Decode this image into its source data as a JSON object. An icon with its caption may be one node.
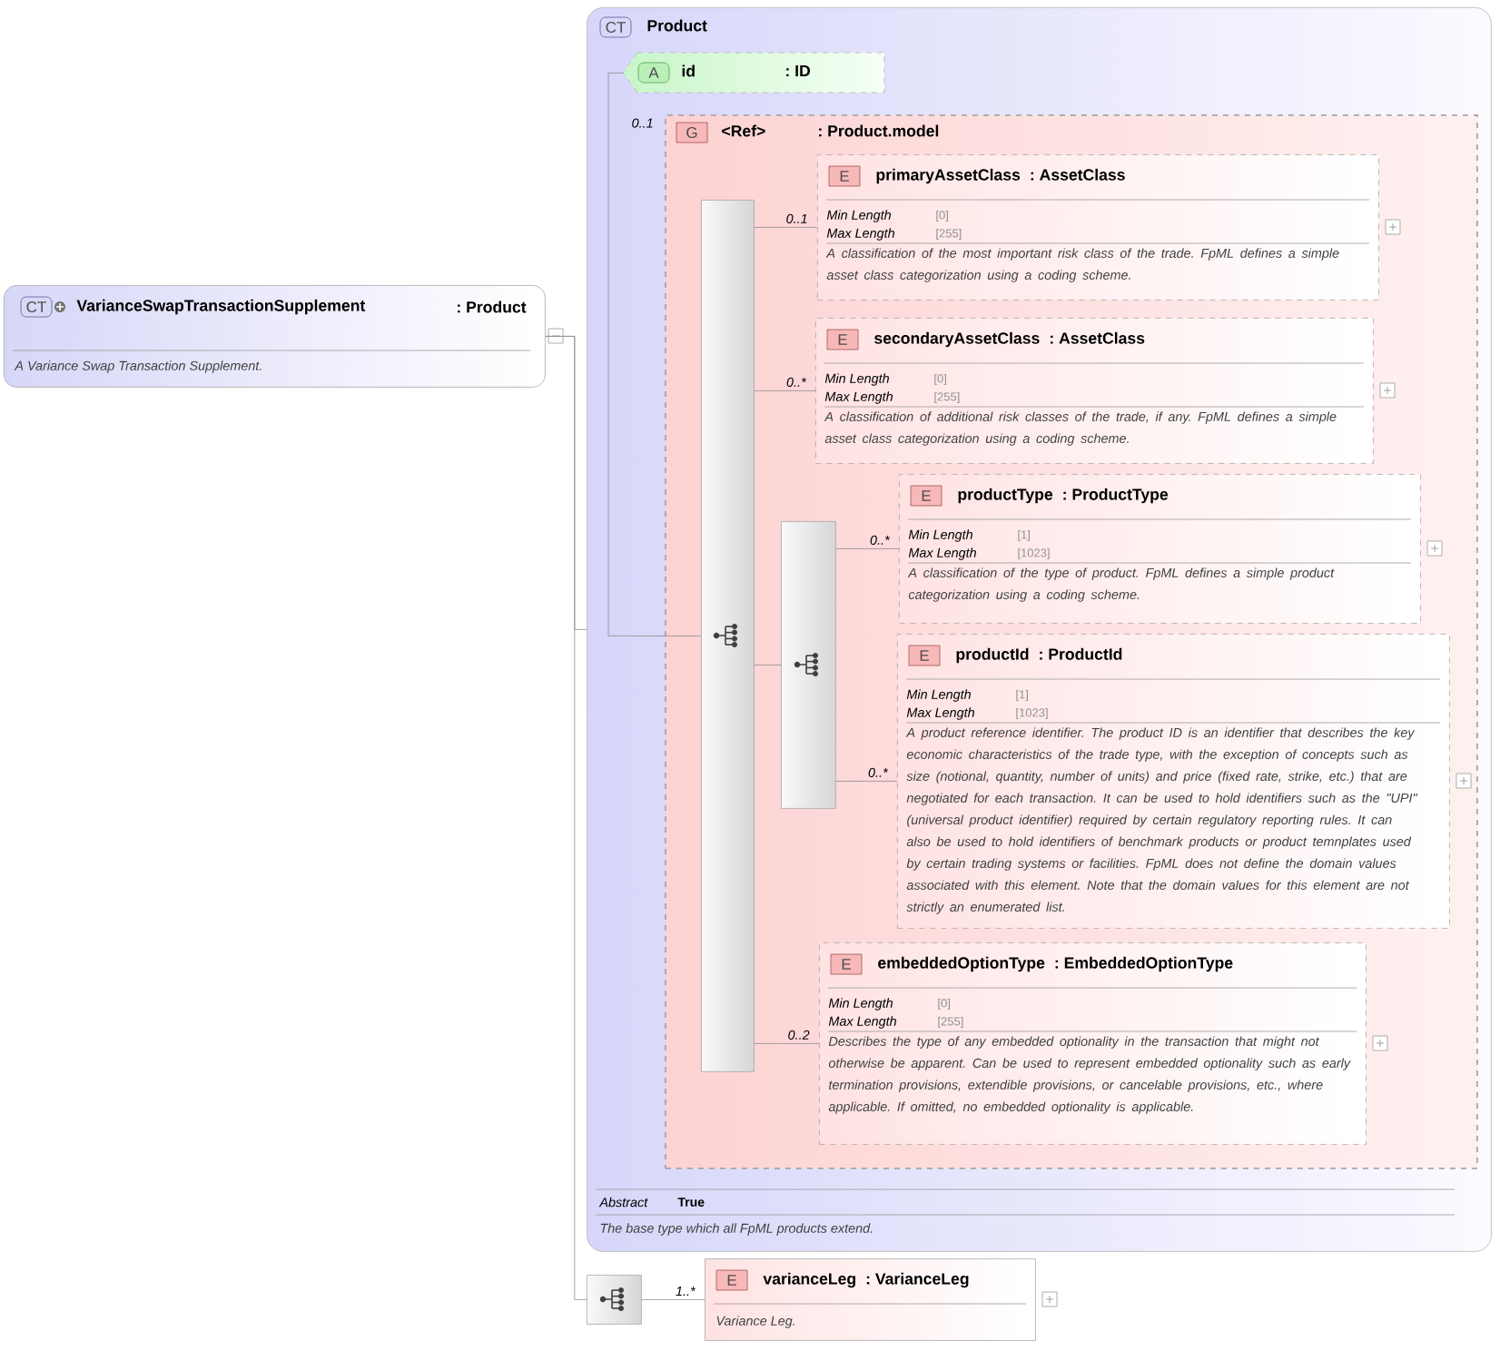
{
  "diagram": {
    "nodes": [
      {
        "text": [
          "CT",
          "VarianceSwapTransactionSupplement",
          ": Product",
          "A Variance Swap Transaction Supplement."
        ]
      },
      {
        "text": [
          "CT",
          "Product",
          "Abstract",
          "True",
          "The base type which all FpML products extend."
        ]
      },
      {
        "text": [
          "A",
          "id",
          ": ID"
        ],
        "in": 1
      },
      {
        "text": [
          "G",
          "<Ref>",
          ": Product.model"
        ],
        "in": 1,
        "beside": [
          "0..1"
        ]
      },
      {
        "text": [],
        "shape": "box",
        "in": 3
      },
      {
        "text": [
          "E",
          "primaryAssetClass",
          ": AssetClass",
          "Min Length",
          "[0]",
          "Max Length",
          "[255]",
          "A classification of the most important risk class of the trade. FpML defines a simple asset class categorization using a coding scheme."
        ],
        "in": 3
      },
      {
        "text": [
          "E",
          "secondaryAssetClass",
          ": AssetClass",
          "Min Length",
          "[0]",
          "Max Length",
          "[255]",
          "A classification of additional risk classes of the trade, if any. FpML defines a simple asset class categorization using a coding scheme."
        ],
        "in": 3
      },
      {
        "text": [],
        "shape": "box",
        "in": 3
      },
      {
        "text": [
          "E",
          "productType",
          ": ProductType",
          "Min Length",
          "[1]",
          "Max Length",
          "[1023]",
          "A classification of the type of product. FpML defines a simple product categorization using a coding scheme."
        ],
        "in": 3
      },
      {
        "text": [
          "E",
          "productId",
          ": ProductId",
          "Min Length",
          "[1]",
          "Max Length",
          "[1023]",
          "A product reference identifier. The product ID is an identifier that describes the key economic characteristics of the trade type, with the exception of concepts such as size (notional, quantity, number of units) and price (fixed rate, strike, etc.) that are negotiated for each transaction. It can be used to hold identifiers such as the \"UPI\" (universal product identifier) required by certain regulatory reporting rules. It can also be used to hold identifiers of benchmark products or product temnplates used by certain trading systems or facilities. FpML does not define the domain values associated with this element. Note that the domain values for this element are not strictly an enumerated list."
        ],
        "in": 3
      },
      {
        "text": [
          "E",
          "embeddedOptionType",
          ": EmbeddedOptionType",
          "Min Length",
          "[0]",
          "Max Length",
          "[255]",
          "Describes the type of any embedded optionality in the transaction that might not otherwise be apparent. Can be used to represent embedded optionality such as early termination provisions, extendible provisions, or cancelable provisions, etc., where applicable. If omitted, no embedded optionality is applicable."
        ],
        "in": 3
      },
      {
        "text": [],
        "shape": "box"
      },
      {
        "text": [
          "E",
          "varianceLeg",
          ": VarianceLeg",
          "Variance Leg."
        ]
      }
    ],
    "edges": [
      {
        "from": 0,
        "to": 1,
        "arrow": "none"
      },
      {
        "from": 0,
        "to": 11,
        "arrow": "none"
      },
      {
        "from": 2,
        "to": 4,
        "arrow": "none"
      },
      {
        "from": 4,
        "to": 5,
        "arrow": "none",
        "label": "0..1"
      },
      {
        "from": 4,
        "to": 6,
        "arrow": "none",
        "label": "0..*"
      },
      {
        "from": 4,
        "to": 7,
        "arrow": "none"
      },
      {
        "from": 7,
        "to": 8,
        "arrow": "none",
        "label": "0..*"
      },
      {
        "from": 7,
        "to": 9,
        "arrow": "none",
        "label": "0..*"
      },
      {
        "from": 4,
        "to": 10,
        "arrow": "none",
        "label": "0..2"
      },
      {
        "from": 11,
        "to": 12,
        "arrow": "none",
        "label": "1..*"
      }
    ]
  }
}
